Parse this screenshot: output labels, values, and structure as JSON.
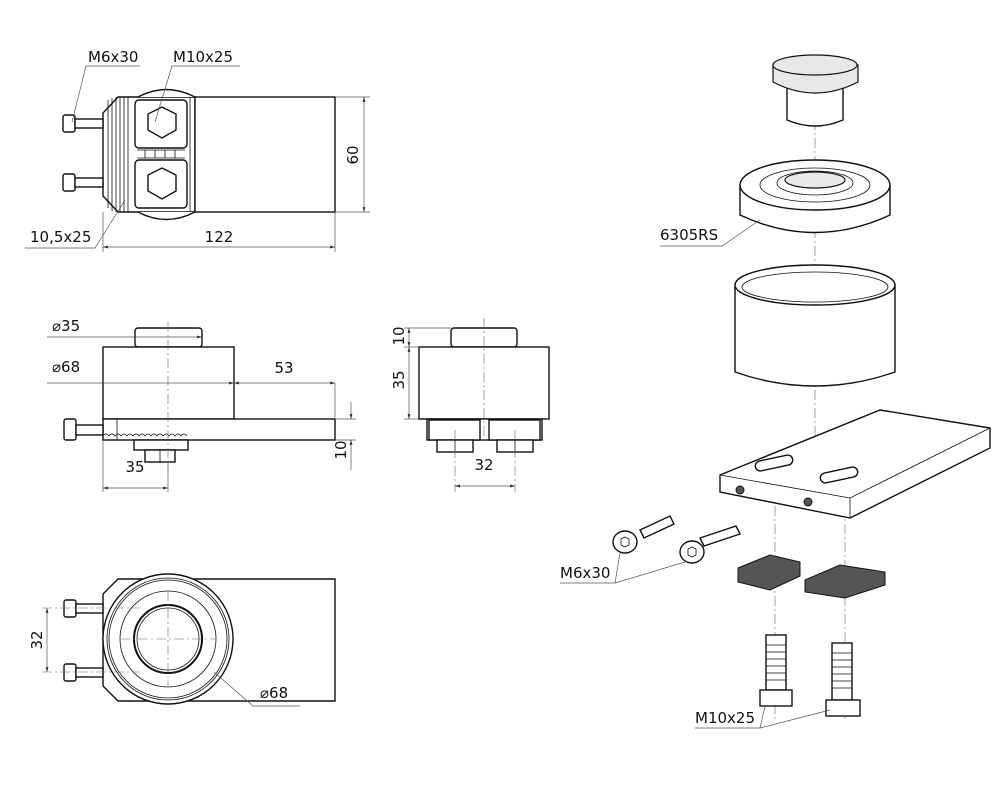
{
  "top_view": {
    "labels": {
      "screw": "M6x30",
      "bolt": "M10x25",
      "slot": "10,5x25"
    },
    "dims": {
      "height": "60",
      "length": "122"
    }
  },
  "side_view": {
    "dims": {
      "cap_diameter": "⌀35",
      "body_diameter": "⌀68",
      "overhang": "53",
      "plate_thickness": "10",
      "center_offset": "35"
    }
  },
  "front_view": {
    "dims": {
      "cap_height": "10",
      "body_height": "35",
      "bolt_spacing": "32"
    }
  },
  "bottom_view": {
    "dims": {
      "screw_spacing": "32",
      "diameter": "⌀68"
    }
  },
  "exploded_view": {
    "labels": {
      "bearing": "6305RS",
      "screws": "M6x30",
      "bolts": "M10x25"
    }
  }
}
